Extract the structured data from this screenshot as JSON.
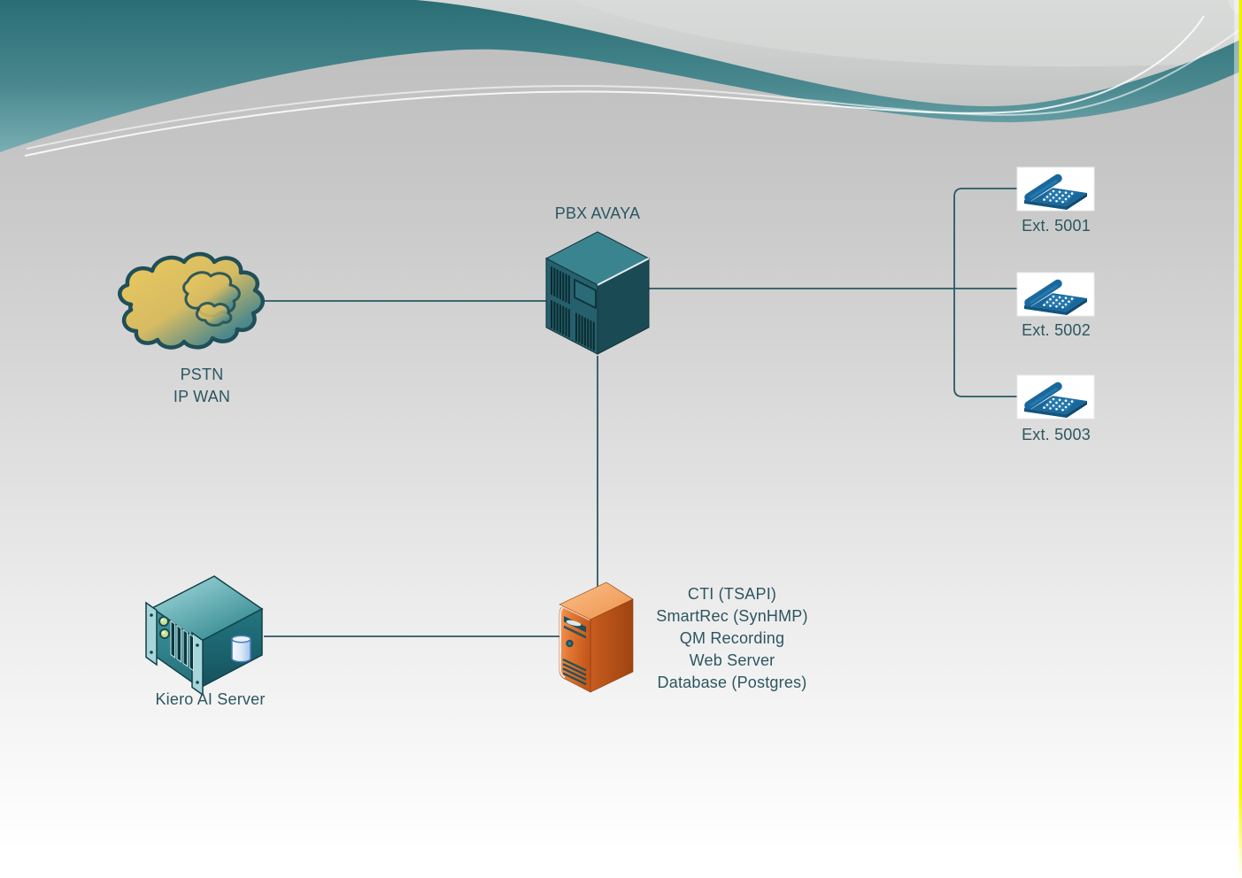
{
  "diagram": {
    "nodes": {
      "pstn": {
        "line1": "PSTN",
        "line2": "IP WAN"
      },
      "pbx": {
        "label": "PBX AVAYA"
      },
      "extensions": [
        {
          "label": "Ext. 5001"
        },
        {
          "label": "Ext. 5002"
        },
        {
          "label": "Ext. 5003"
        }
      ],
      "kiero": {
        "label": "Kiero AI Server"
      },
      "recorder": {
        "services": [
          "CTI (TSAPI)",
          "SmartRec (SynHMP)",
          "QM Recording",
          "Web Server",
          "Database (Postgres)"
        ]
      }
    },
    "icons": {
      "pstn": "cloud-icon",
      "pbx": "pbx-switch-cube-icon",
      "extension": "telephone-icon",
      "kiero": "rack-server-with-database-icon",
      "recorder": "tower-server-icon"
    },
    "colors": {
      "connector": "#295963",
      "label_text": "#2c5661",
      "header_teal": "#2f757b",
      "phone_blue": "#19689d",
      "recorder_orange": "#d2631f",
      "device_teal": "#2f8a94",
      "edge_accent_yellow": "#f8f800"
    }
  }
}
